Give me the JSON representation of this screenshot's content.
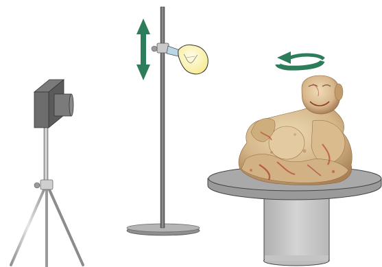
{
  "scene": {
    "background": "#ffffff",
    "components": [
      {
        "name": "camera-on-tripod",
        "icon": "camera-icon"
      },
      {
        "name": "light-stand-with-bulb",
        "icon": "light-bulb-icon"
      },
      {
        "name": "vertical-adjust-arrow",
        "icon": "double-arrow-vertical-icon",
        "color": "#2e7d5a"
      },
      {
        "name": "rotation-arrow",
        "icon": "rotate-arrow-icon",
        "color": "#2e7d5a"
      },
      {
        "name": "turntable",
        "icon": "turntable-icon"
      },
      {
        "name": "buddha-statue",
        "icon": "statue-icon"
      }
    ],
    "colors": {
      "metal_dark": "#5a5a5a",
      "metal_mid": "#8a8a8a",
      "metal_light": "#c8c8c8",
      "bulb": "#fff7b0",
      "arrow": "#2e7d5a",
      "statue_base": "#d8c098",
      "statue_shade": "#a87e52",
      "statue_red": "#b24a34"
    }
  }
}
